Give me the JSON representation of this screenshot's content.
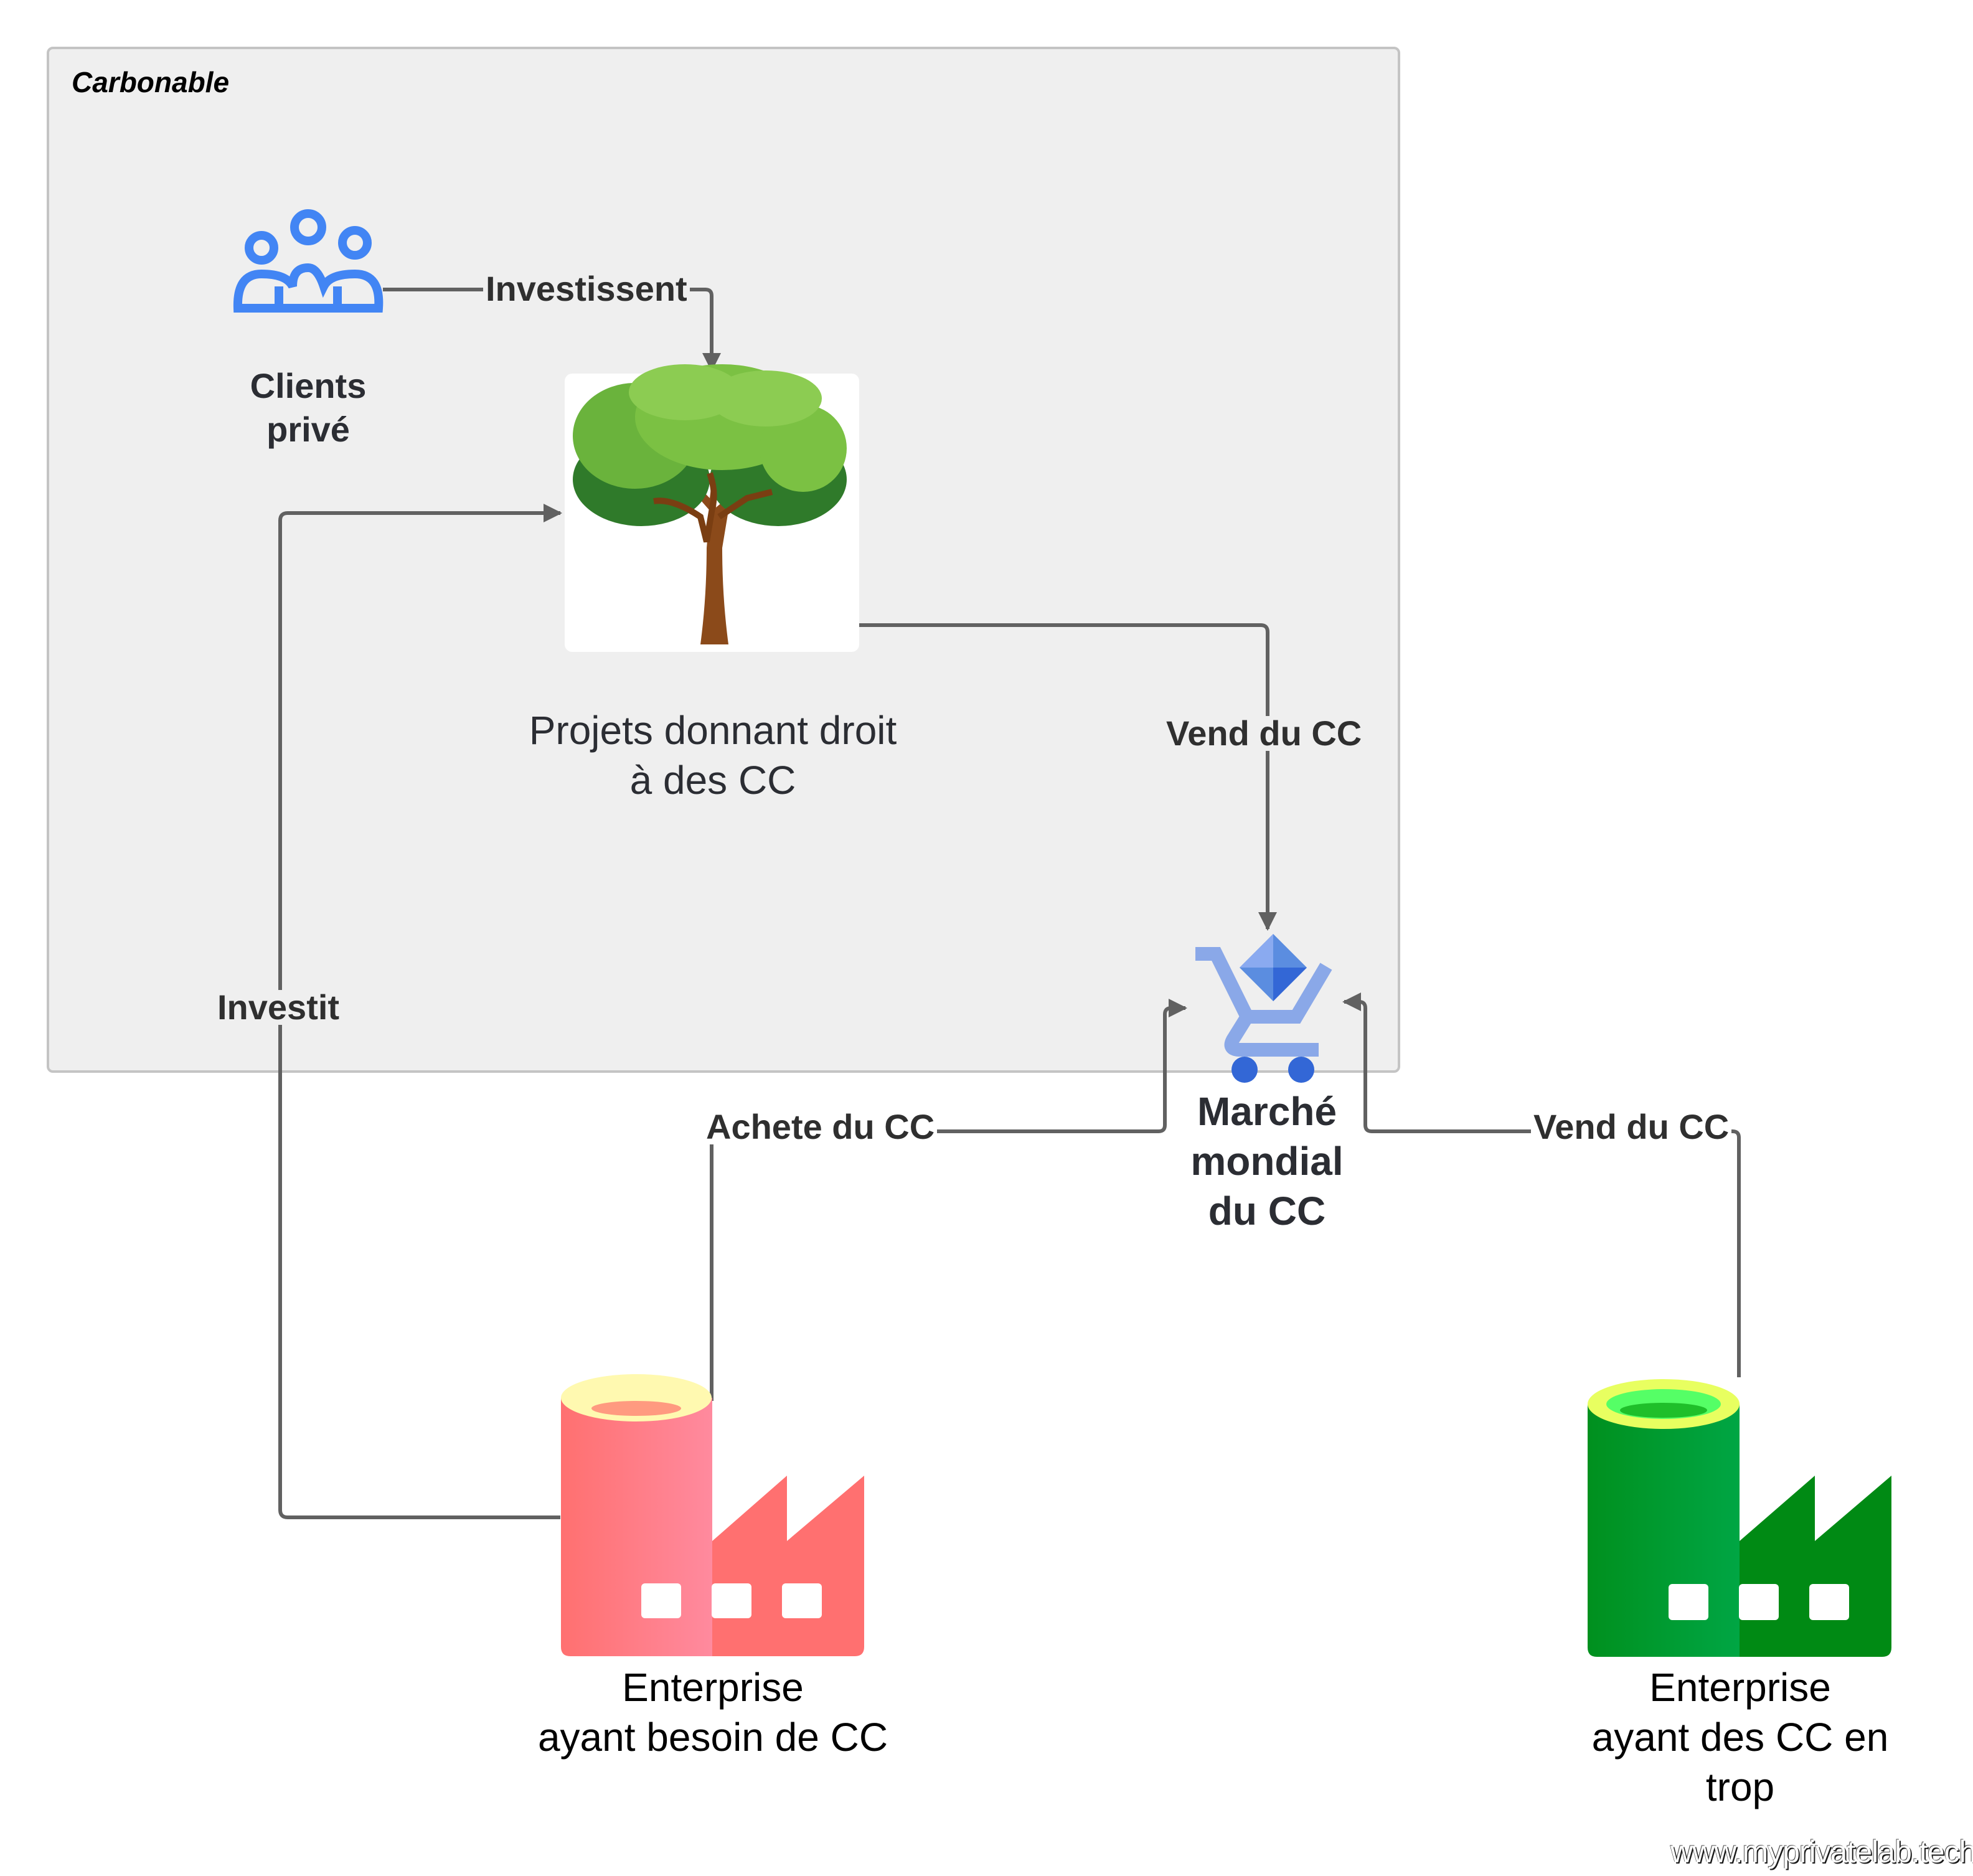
{
  "container": {
    "title": "Carbonable",
    "background": "#efefef",
    "border": "#c4c4c4"
  },
  "nodes": {
    "clients": {
      "label_line1": "Clients",
      "label_line2": "privé",
      "icon": "people-group-icon",
      "color": "#4285f4"
    },
    "projects": {
      "label_line1": "Projets donnant droit",
      "label_line2": "à des CC",
      "icon": "tree-icon"
    },
    "market": {
      "label_line1": "Marché",
      "label_line2": "mondial",
      "label_line3": "du CC",
      "icon": "shopping-cart-diamond-icon",
      "color": "#8aa8e8",
      "accent": "#3367d6"
    },
    "buyer_enterprise": {
      "label_line1": "Enterprise",
      "label_line2": "ayant besoin de CC",
      "icon": "factory-icon",
      "color": "#ff7070",
      "accent": "#fff9b0"
    },
    "seller_enterprise": {
      "label_line1": "Enterprise",
      "label_line2": "ayant des CC en",
      "label_line3": "trop",
      "icon": "factory-icon",
      "color": "#008a14",
      "accent": "#e8ff60"
    }
  },
  "edges": {
    "clients_to_projects": "Investissent",
    "projects_to_market": "Vend du CC",
    "buyer_to_projects": "Investit",
    "buyer_to_market": "Achete du CC",
    "seller_to_market": "Vend du CC"
  },
  "connector_color": "#616161",
  "watermark": "www.myprivatelab.tech"
}
